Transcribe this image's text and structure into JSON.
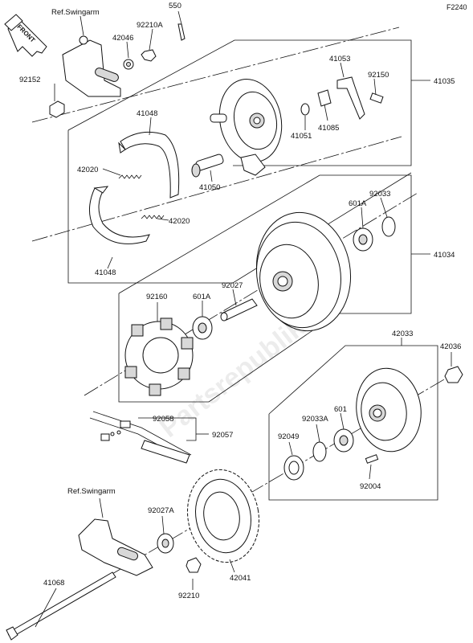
{
  "diagram": {
    "code": "F2240",
    "front_label": "FRONT",
    "watermark": "Partsrepublik",
    "labels": {
      "ref_swingarm_top": "Ref.Swingarm",
      "p550": "550",
      "p92210A": "92210A",
      "p42046": "42046",
      "p92152": "92152",
      "p41053": "41053",
      "p92150": "92150",
      "p41035": "41035",
      "p41048_top": "41048",
      "p41051": "41051",
      "p41085": "41085",
      "p42020_top": "42020",
      "p41050": "41050",
      "p42020_bot": "42020",
      "p41048_bot": "41048",
      "p92033": "92033",
      "p601A_top": "601A",
      "p41034": "41034",
      "p92160": "92160",
      "p601A_mid": "601A",
      "p92027": "92027",
      "p42033": "42033",
      "p42036": "42036",
      "p92058": "92058",
      "p92057": "92057",
      "p92033A": "92033A",
      "p601": "601",
      "p92049": "92049",
      "p92004": "92004",
      "ref_swingarm_bot": "Ref.Swingarm",
      "p92027A": "92027A",
      "p41068": "41068",
      "p92210": "92210",
      "p42041": "42041"
    }
  }
}
